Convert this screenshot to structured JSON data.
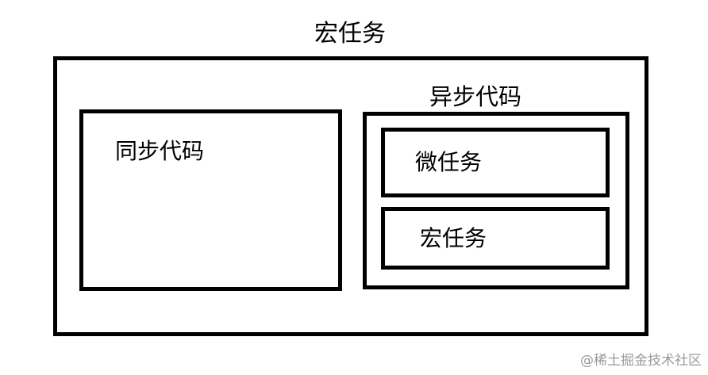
{
  "diagram": {
    "title": "宏任务",
    "sync_label": "同步代码",
    "async_label": "异步代码",
    "micro_label": "微任务",
    "macro_label": "宏任务"
  },
  "watermark": "@稀土掘金技术社区",
  "colors": {
    "stroke": "#000000",
    "background": "#ffffff",
    "watermark": "#9a9a9a"
  }
}
